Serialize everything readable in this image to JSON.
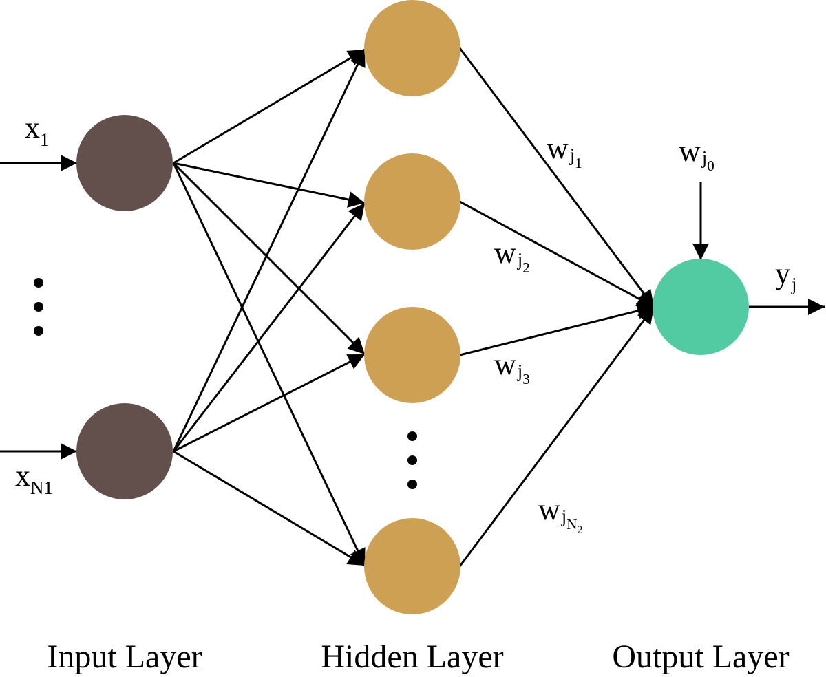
{
  "colors": {
    "input_node": "#63504D",
    "hidden_node": "#CDA053",
    "output_node": "#52CBA2",
    "edge": "#000000",
    "background": "#FFFFFF"
  },
  "layers": {
    "input": "Input Layer",
    "hidden": "Hidden Layer",
    "output": "Output Layer"
  },
  "inputs": {
    "first": {
      "base": "x",
      "sub": "1"
    },
    "last": {
      "base": "x",
      "sub": "N1"
    }
  },
  "weights": [
    {
      "base": "w",
      "sub": "j",
      "subsub": "1"
    },
    {
      "base": "w",
      "sub": "j",
      "subsub": "2"
    },
    {
      "base": "w",
      "sub": "j",
      "subsub": "3"
    },
    {
      "base": "w",
      "sub": "j",
      "subsub": "N",
      "subsubsub": "2"
    }
  ],
  "bias": {
    "base": "w",
    "sub": "j",
    "subsub": "0"
  },
  "output": {
    "base": "y",
    "sub": "j"
  },
  "ellipsis_icon": "vertical-ellipsis-icon"
}
